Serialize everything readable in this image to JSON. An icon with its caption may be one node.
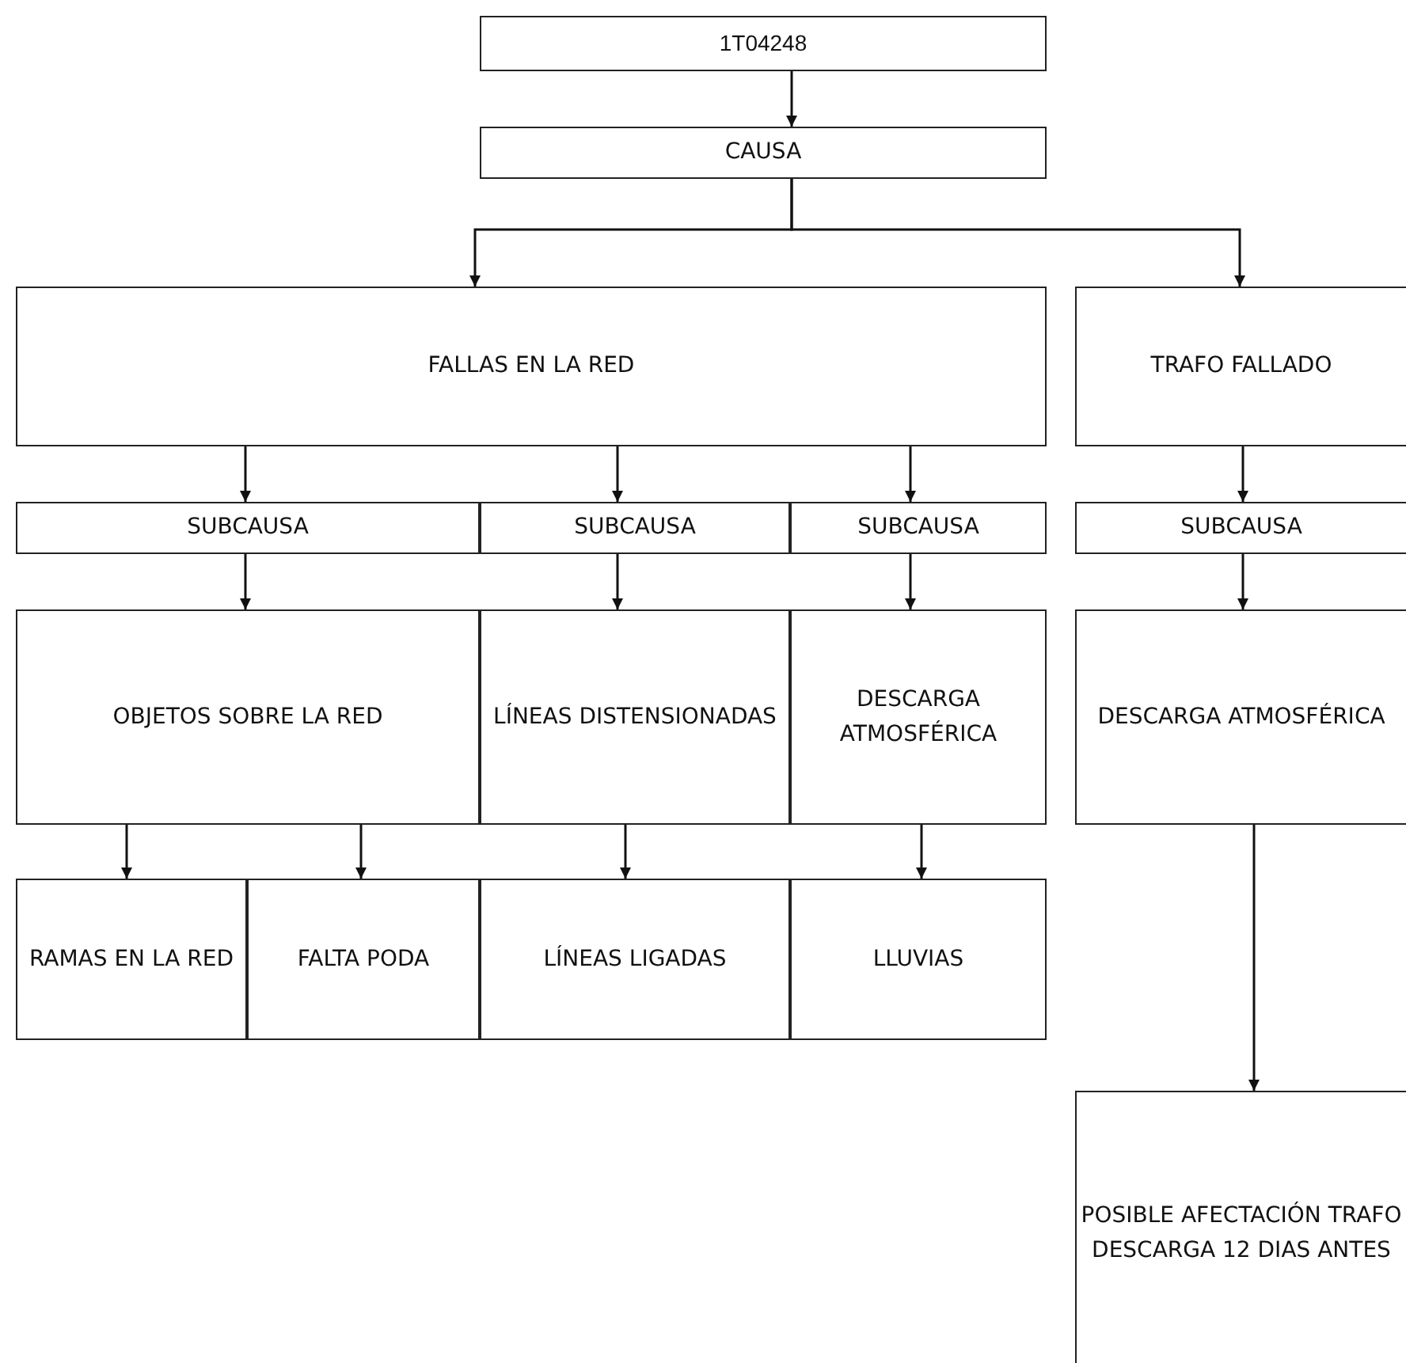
{
  "diagram": {
    "nodes": [
      {
        "text": [
          "1T04248"
        ]
      },
      {
        "text": [
          "CAUSA"
        ]
      },
      {
        "text": [
          "FALLAS EN LA RED"
        ]
      },
      {
        "text": [
          "TRAFO FALLADO"
        ]
      },
      {
        "text": [
          "SUBCAUSA"
        ]
      },
      {
        "text": [
          "SUBCAUSA"
        ]
      },
      {
        "text": [
          "SUBCAUSA"
        ]
      },
      {
        "text": [
          "SUBCAUSA"
        ]
      },
      {
        "text": [
          "OBJETOS SOBRE LA RED"
        ]
      },
      {
        "text": [
          "LÍNEAS DISTENSIONADAS"
        ]
      },
      {
        "text": [
          "DESCARGA ATMOSFÉRICA"
        ]
      },
      {
        "text": [
          "DESCARGA ATMOSFÉRICA"
        ]
      },
      {
        "text": [
          "RAMAS EN LA RED"
        ]
      },
      {
        "text": [
          "FALTA PODA"
        ]
      },
      {
        "text": [
          "LÍNEAS LIGADAS"
        ]
      },
      {
        "text": [
          "LLUVIAS"
        ]
      },
      {
        "text": [
          "POSIBLE AFECTACIÓN TRAFO DESCARGA 12 DIAS ANTES"
        ]
      }
    ],
    "edges": [
      {
        "from": 0,
        "to": 1,
        "arrow": "to"
      },
      {
        "from": 1,
        "to": 2,
        "arrow": "to"
      },
      {
        "from": 1,
        "to": 3,
        "arrow": "to"
      },
      {
        "from": 2,
        "to": 4,
        "arrow": "to"
      },
      {
        "from": 2,
        "to": 5,
        "arrow": "to"
      },
      {
        "from": 2,
        "to": 6,
        "arrow": "to"
      },
      {
        "from": 3,
        "to": 7,
        "arrow": "to"
      },
      {
        "from": 4,
        "to": 8,
        "arrow": "to"
      },
      {
        "from": 5,
        "to": 9,
        "arrow": "to"
      },
      {
        "from": 6,
        "to": 10,
        "arrow": "to"
      },
      {
        "from": 7,
        "to": 11,
        "arrow": "to"
      },
      {
        "from": 8,
        "to": 12,
        "arrow": "to"
      },
      {
        "from": 8,
        "to": 13,
        "arrow": "to"
      },
      {
        "from": 9,
        "to": 14,
        "arrow": "to"
      },
      {
        "from": 10,
        "to": 15,
        "arrow": "to"
      },
      {
        "from": 11,
        "to": 16,
        "arrow": "to"
      }
    ]
  }
}
